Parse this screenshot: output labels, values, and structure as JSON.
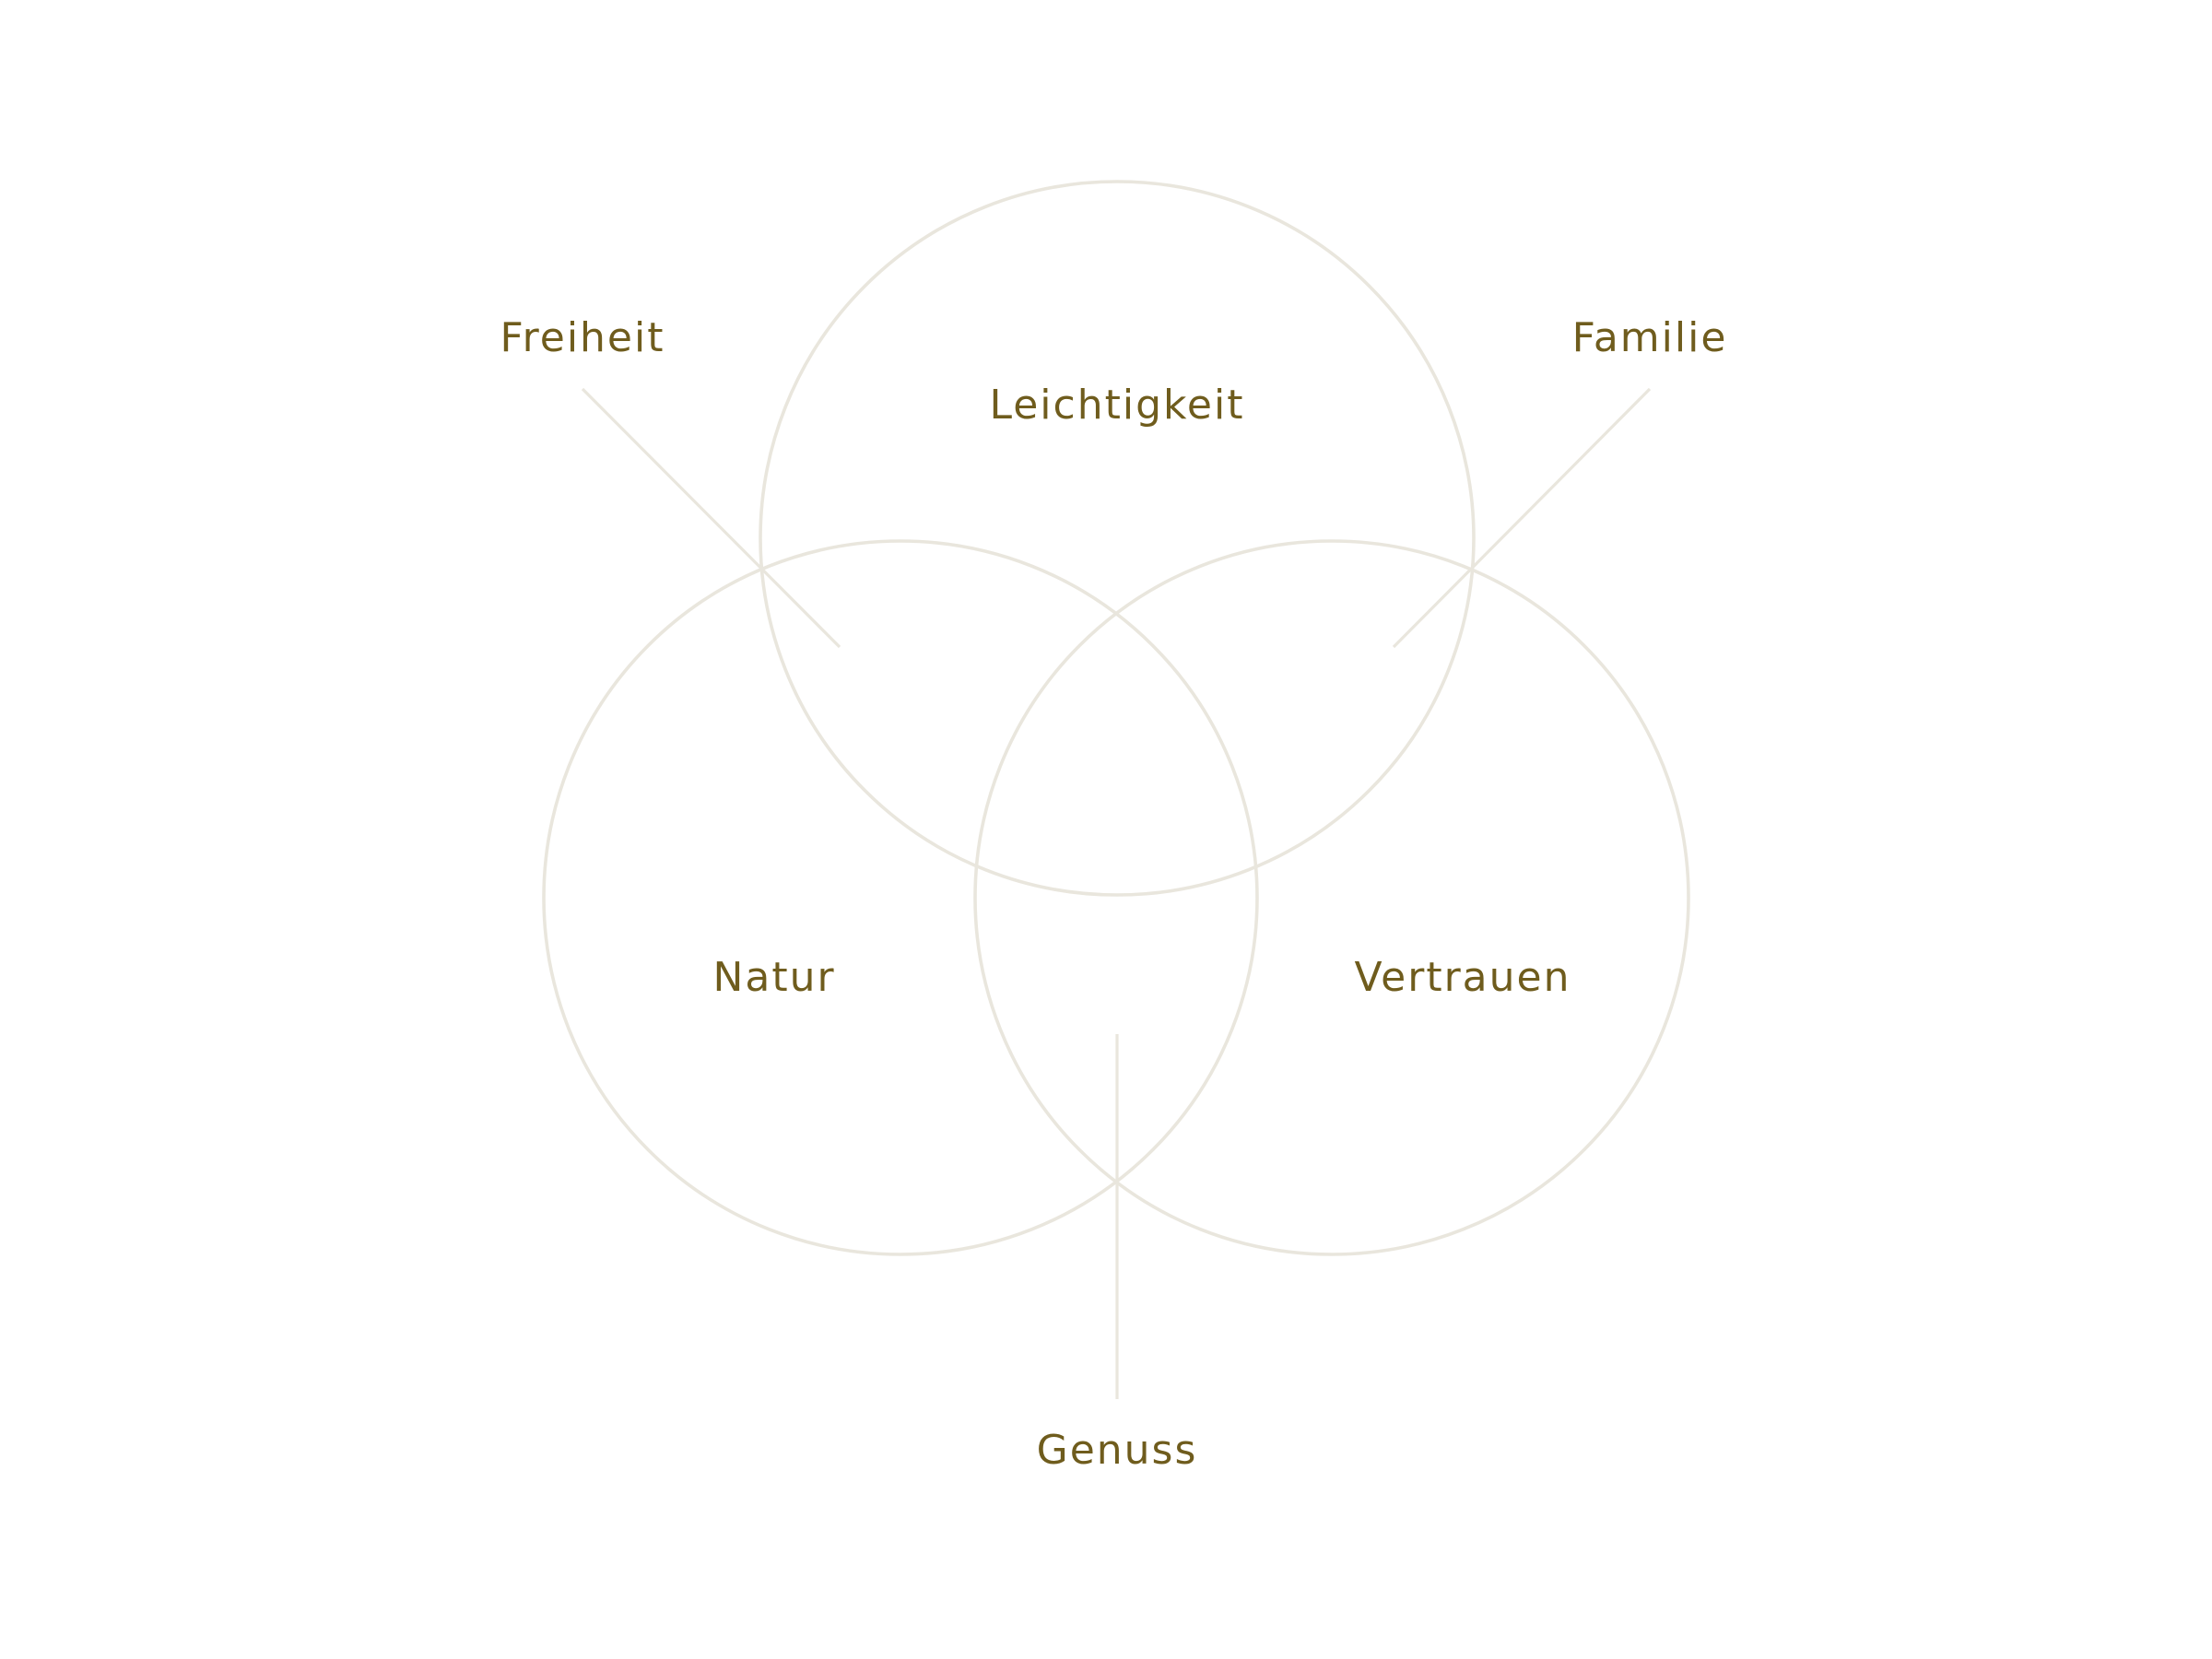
{
  "colors": {
    "background": "#ffffff",
    "line": "#e9e6dd",
    "label": "#6f5c1d"
  },
  "circles": {
    "top": "Leichtigkeit",
    "left": "Natur",
    "right": "Vertrauen"
  },
  "intersections": {
    "top_left": "Freiheit",
    "top_right": "Familie",
    "left_right": "Genuss"
  }
}
